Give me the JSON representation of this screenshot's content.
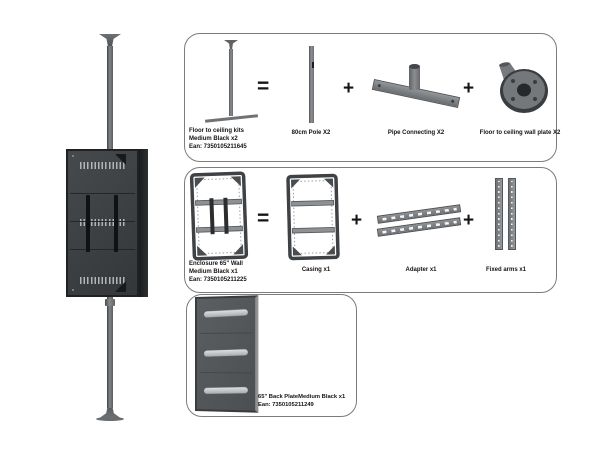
{
  "colors": {
    "box_border": "#7c7c7c",
    "text": "#141414",
    "metal_dark": "#2e3134",
    "metal_mid": "#6f7275",
    "metal_light": "#b2b4b6"
  },
  "operators": {
    "equals": "=",
    "plus": "+"
  },
  "kit_box": {
    "result": {
      "lines": [
        "Floor to ceiling kits",
        "Medium Black x2",
        "Ean: 7350105211645"
      ]
    },
    "components": [
      {
        "label": "80cm Pole X2"
      },
      {
        "label": "Pipe Connecting X2"
      },
      {
        "label": "Floor to ceiling wall plate X2"
      }
    ]
  },
  "enclosure_box": {
    "result": {
      "lines": [
        "Enclosure 65\" Wall",
        "Medium Black x1",
        "Ean: 7350105211225"
      ]
    },
    "components": [
      {
        "label": "Casing x1"
      },
      {
        "label": "Adapter x1"
      },
      {
        "label": "Fixed arms x1"
      }
    ]
  },
  "backplate_box": {
    "result": {
      "lines": [
        "65\" Back PlateMedium Black x1",
        "Ean: 7350105211249"
      ]
    }
  }
}
